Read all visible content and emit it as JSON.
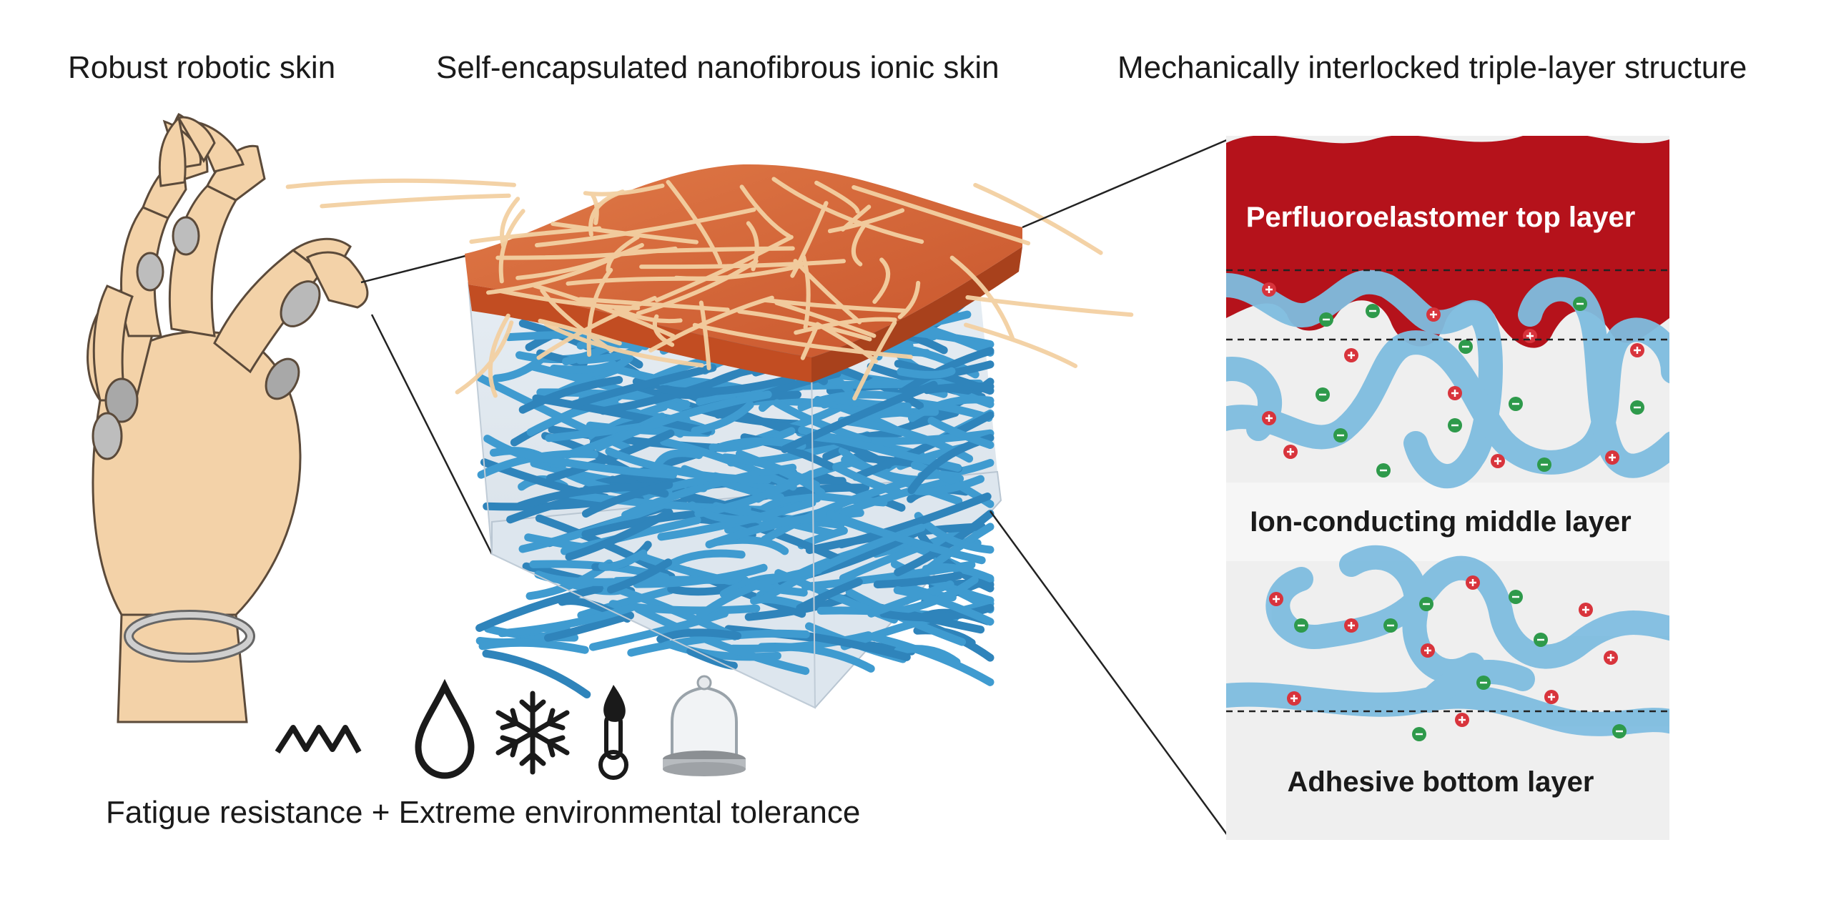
{
  "titles": {
    "robotic_skin": "Robust robotic skin",
    "ionic_skin": "Self-encapsulated nanofibrous ionic skin",
    "triple_layer": "Mechanically interlocked triple-layer structure"
  },
  "layers": {
    "top": "Perfluoroelastomer top layer",
    "middle": "Ion-conducting middle layer",
    "bottom": "Adhesive bottom layer"
  },
  "caption": "Fatigue resistance + Extreme environmental tolerance",
  "icons": [
    "zigzag-icon",
    "water-drop-icon",
    "snowflake-icon",
    "thermometer-flame-icon",
    "bell-jar-icon"
  ],
  "colors": {
    "top_layer": "#b5121b",
    "nanofiber_blue": "#3f9bd0",
    "channel_blue": "#7fbde0",
    "orange_encapsulation": "#d4673a",
    "fiber_tan": "#f0c99a",
    "skin": "#f3d2a8",
    "cation": "#d8343c",
    "anion": "#2e9a4b"
  }
}
